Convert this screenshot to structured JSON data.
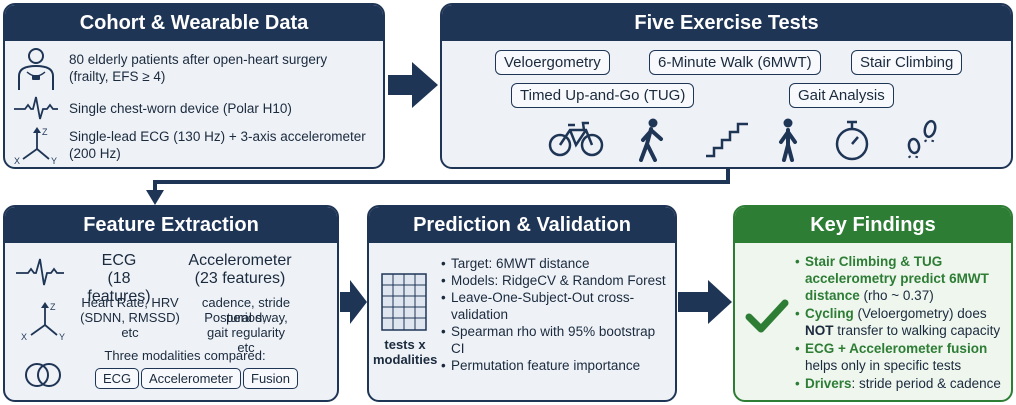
{
  "cohort": {
    "title": "Cohort & Wearable Data",
    "patients_line1": "80 elderly patients after open-heart surgery",
    "patients_line2": "(frailty, EFS ≥ 4)",
    "device": "Single chest-worn device (Polar H10)",
    "sensor_line1": "Single-lead ECG (130 Hz) + 3-axis accelerometer",
    "sensor_line2": "(200 Hz)",
    "axis_labels": {
      "z": "Z",
      "x": "X",
      "y": "Y"
    }
  },
  "exercise": {
    "title": "Five Exercise Tests",
    "tests": [
      "Veloergometry",
      "6-Minute Walk (6MWT)",
      "Stair Climbing",
      "Timed Up-and-Go (TUG)",
      "Gait Analysis"
    ],
    "icons": [
      "bicycle-icon",
      "walking-person-icon",
      "stairs-icon",
      "standing-person-icon",
      "stopwatch-icon",
      "footprints-icon"
    ]
  },
  "features": {
    "title": "Feature Extraction",
    "ecg_title": "ECG",
    "ecg_count": "(18 features)",
    "acc_title": "Accelerometer",
    "acc_count": "(23 features)",
    "ecg_desc_line1": "Heart Rate, HRV",
    "ecg_desc_line2": "(SDNN, RMSSD)",
    "ecg_desc_line3": "etc",
    "acc_desc_line1": "cadence, stride period,",
    "acc_desc_line2": "Postural sway,",
    "acc_desc_line3": "gait regularity",
    "acc_desc_line4": "etc",
    "modalities_caption": "Three modalities compared:",
    "modalities": [
      "ECG",
      "Accelerometer",
      "Fusion"
    ],
    "axis_labels": {
      "z": "Z",
      "x": "X",
      "y": "Y"
    }
  },
  "prediction": {
    "title": "Prediction & Validation",
    "grid_label_line1": "tests x",
    "grid_label_line2": "modalities",
    "bullets": [
      "Target: 6MWT distance",
      "Models: RidgeCV & Random Forest",
      "Leave-One-Subject-Out cross-validation",
      "Spearman rho with 95% bootstrap CI",
      "Permutation feature importance"
    ]
  },
  "findings": {
    "title": "Key Findings",
    "f1_bold": "Stair Climbing & TUG accelerometry predict 6MWT distance",
    "f1_rest": " (rho ~ 0.37)",
    "f2_bold": "Cycling",
    "f2_mid": " (Veloergometry) does ",
    "f2_not": "NOT",
    "f2_rest": " transfer to walking capacity",
    "f3_bold": "ECG + Accelerometer fusion",
    "f3_rest": " helps only in specific tests",
    "f4_bold": "Drivers",
    "f4_rest": ": stride period & cadence"
  },
  "colors": {
    "navy": "#1f3556",
    "green": "#2e7d35",
    "panel_bg": "#eef2f7"
  }
}
